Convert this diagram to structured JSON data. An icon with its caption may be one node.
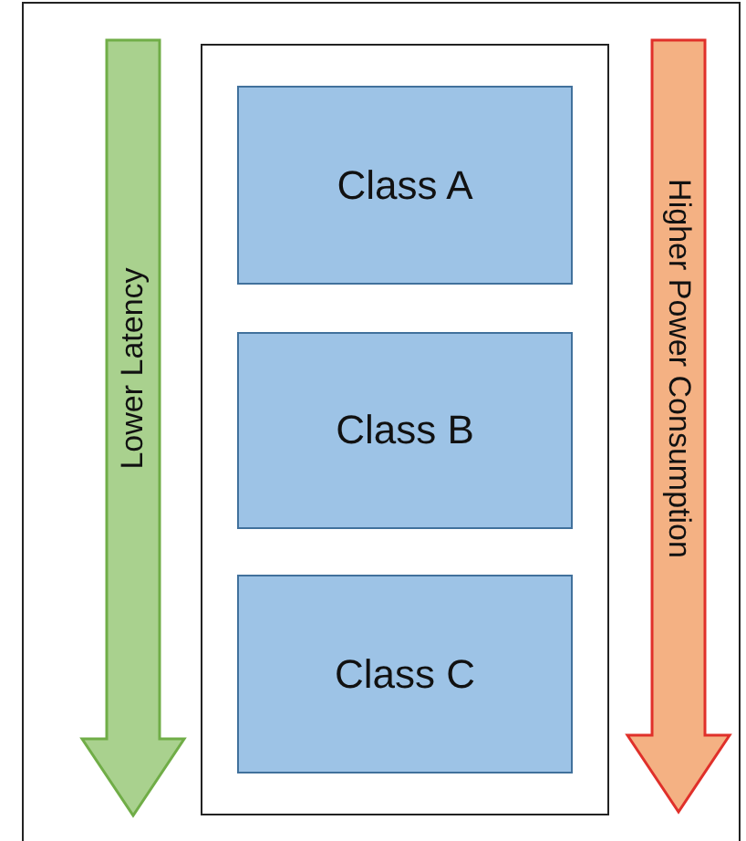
{
  "diagram": {
    "nodes": [
      {
        "text": [
          "Lower Latency"
        ]
      },
      {
        "text": [],
        "shape": "box"
      },
      {
        "text": [
          "Class A"
        ],
        "in": 1
      },
      {
        "text": [
          "Class B"
        ],
        "in": 1
      },
      {
        "text": [
          "Class C"
        ],
        "in": 1
      },
      {
        "text": [
          "Higher Power Consumption"
        ]
      }
    ]
  }
}
